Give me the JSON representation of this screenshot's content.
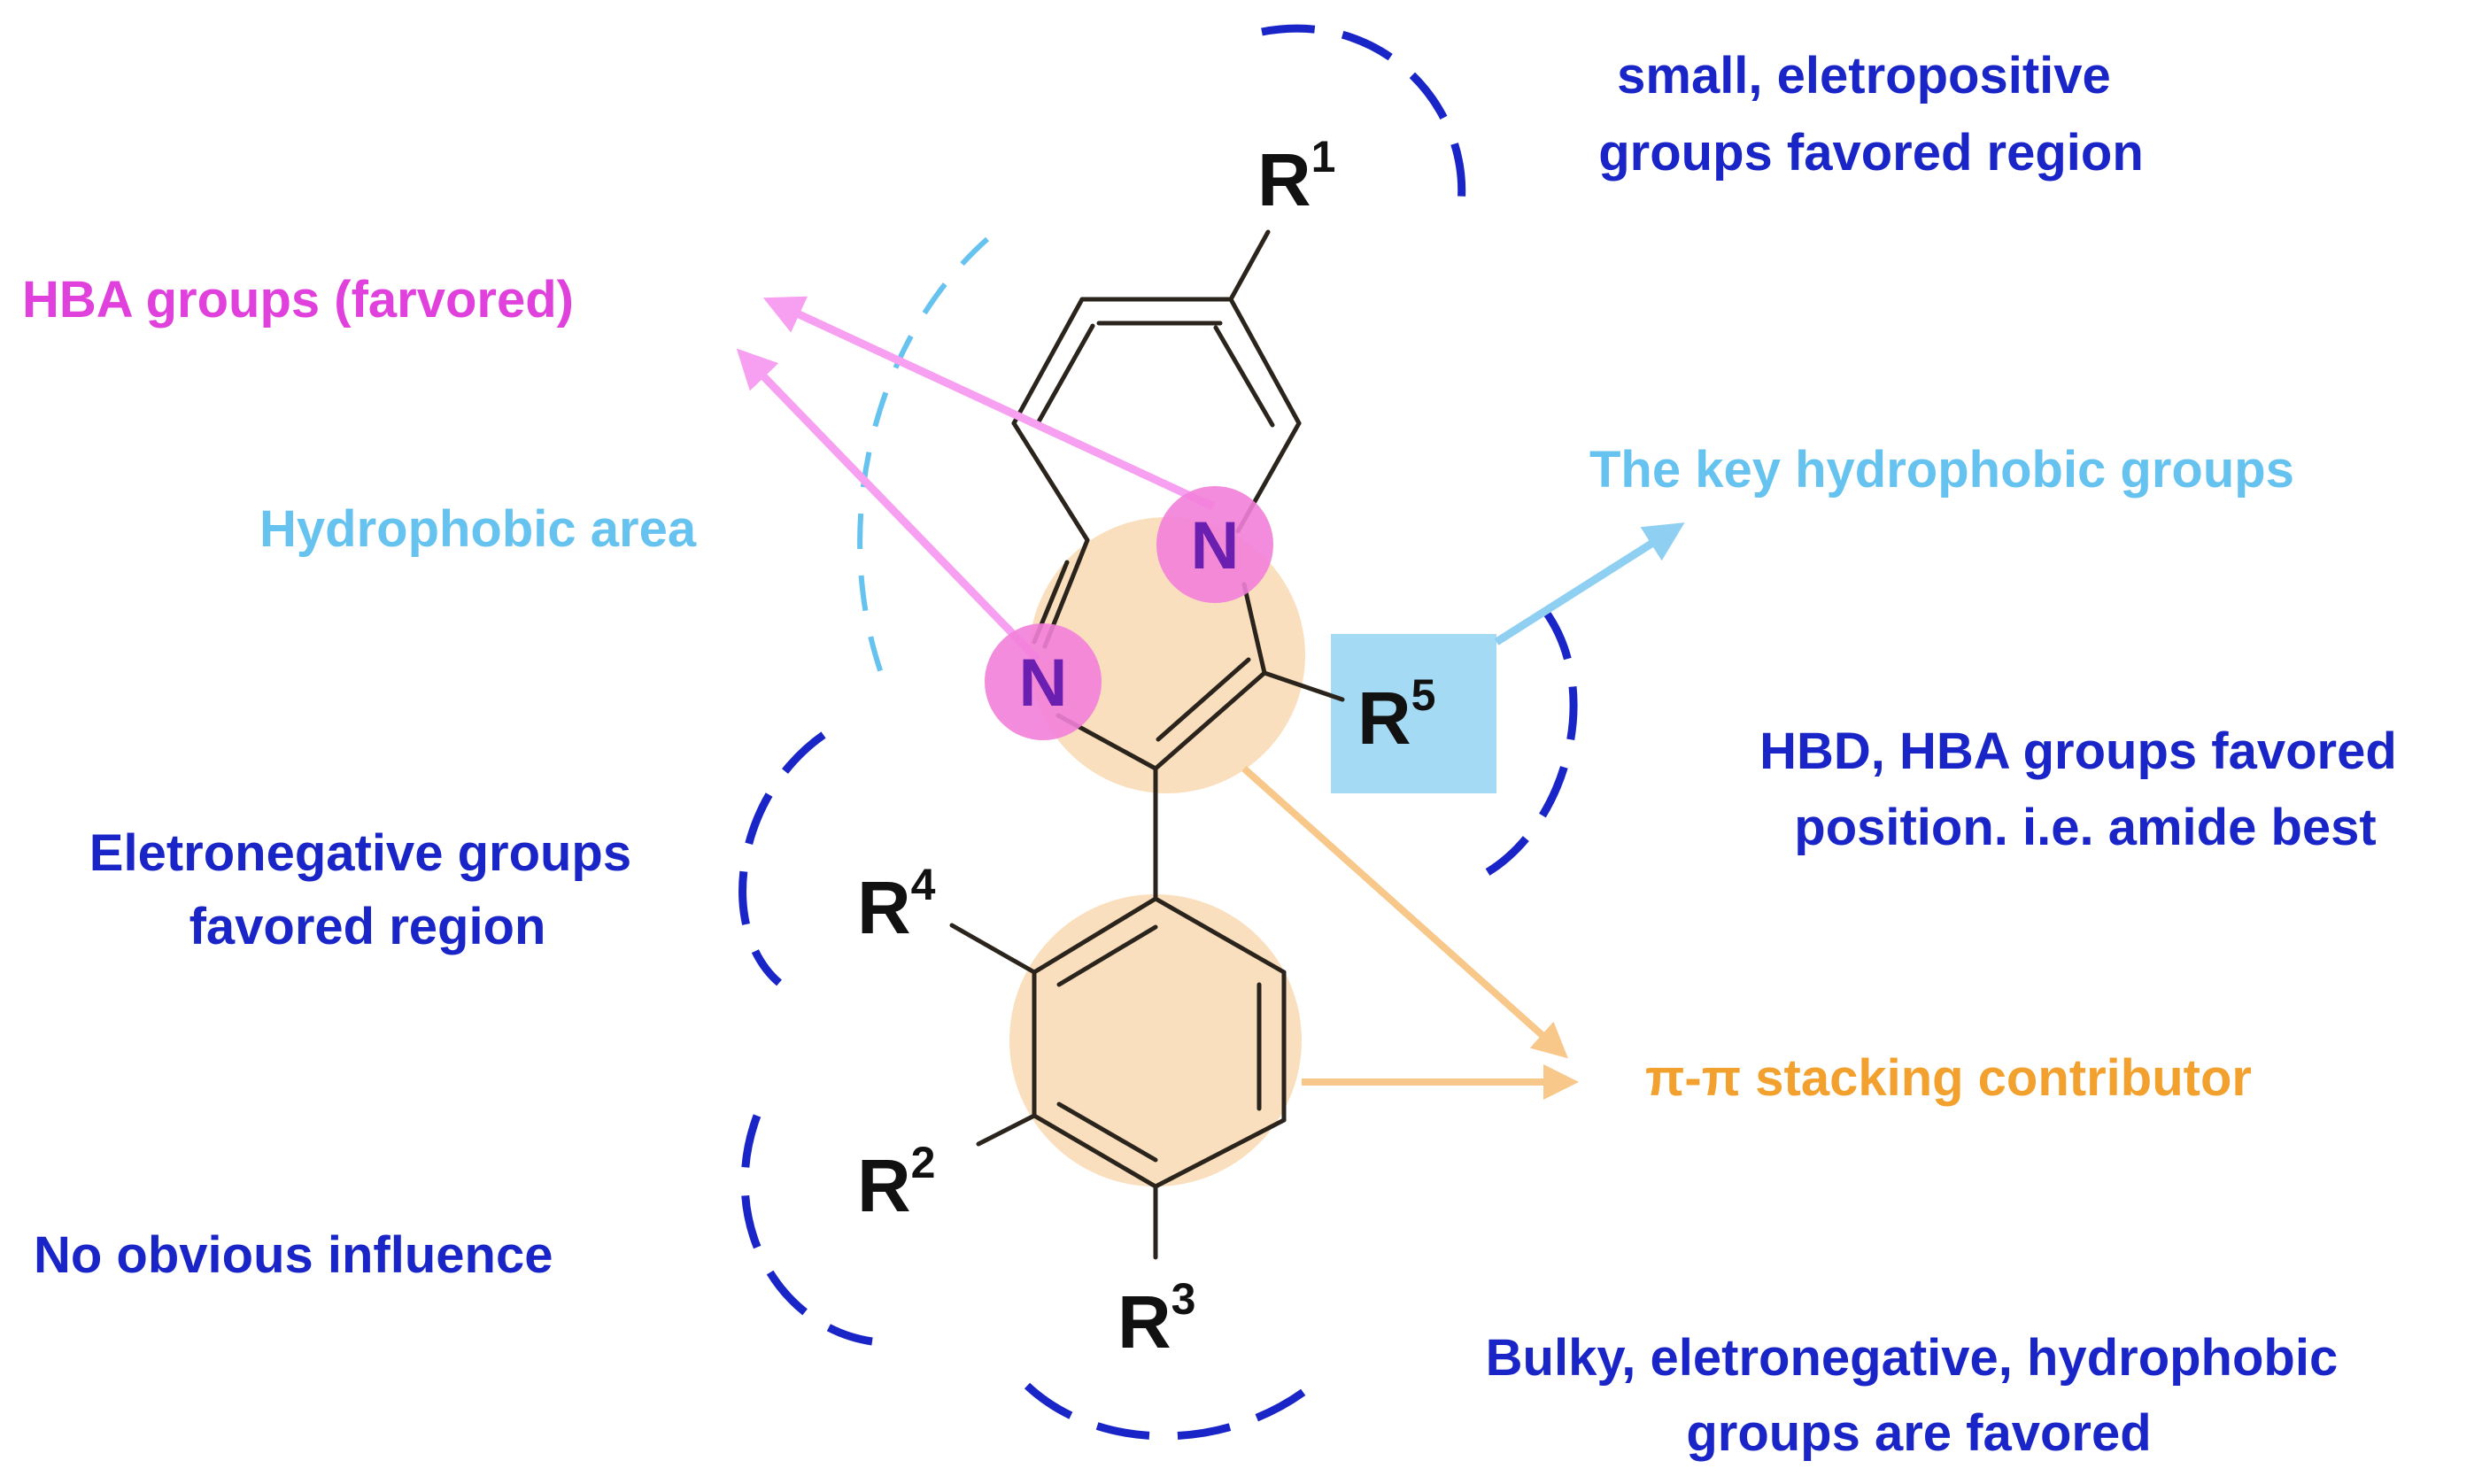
{
  "colors": {
    "dark_blue": "#1a25c8",
    "magenta": "#e040dc",
    "sky_blue": "#66c2ee",
    "orange": "#f2a12e",
    "peach": "#f9d9b3",
    "pink_circle": "#f27fd9",
    "bond": "#2a241c"
  },
  "molecule": {
    "atoms": {
      "n1": "N",
      "n2": "N",
      "r1": "R",
      "r1_sup": "1",
      "r2": "R",
      "r2_sup": "2",
      "r3": "R",
      "r3_sup": "3",
      "r4": "R",
      "r4_sup": "4",
      "r5": "R",
      "r5_sup": "5"
    }
  },
  "annotations": {
    "small_electropositive": [
      "small, eletropositive",
      "groups favored region"
    ],
    "hba_favored": "HBA groups (farvored)",
    "hydrophobic_area": "Hydrophobic area",
    "key_hydrophobic": "The key hydrophobic groups",
    "hbd_hba": [
      "HBD, HBA groups favored",
      "position. i.e. amide best"
    ],
    "electronegative": [
      "Eletronegative groups",
      "favored region"
    ],
    "pi_stacking": "π-π stacking contributor",
    "no_influence": "No obvious influence",
    "bulky": [
      "Bulky, eletronegative, hydrophobic",
      "groups are favored"
    ]
  }
}
